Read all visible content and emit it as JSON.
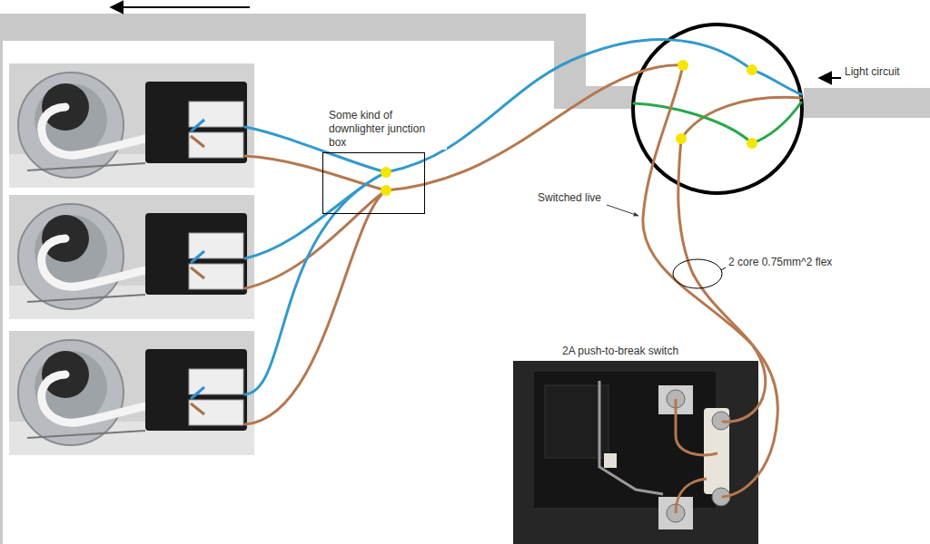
{
  "diagram": {
    "nodes": [
      {
        "text": [
          "Some kind of downlighter junction box"
        ]
      },
      {
        "text": [
          "2A push-to-break switch"
        ]
      }
    ],
    "labels": [
      "Light circuit",
      "Switched live",
      "2 core 0.75mm^2 flex"
    ]
  }
}
